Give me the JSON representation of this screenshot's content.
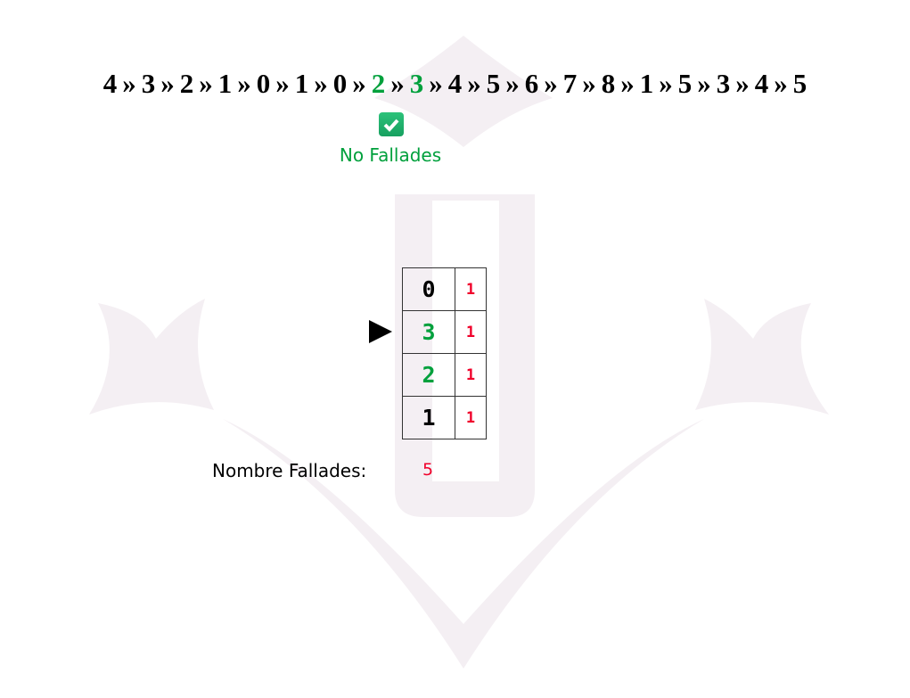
{
  "sequence": [
    "4",
    "3",
    "2",
    "1",
    "0",
    "1",
    "0",
    "2",
    "3",
    "4",
    "5",
    "6",
    "7",
    "8",
    "1",
    "5",
    "3",
    "4",
    "5"
  ],
  "highlighted_indices": [
    7,
    8
  ],
  "separator": "»",
  "status": {
    "icon": "check-icon",
    "label": "No Fallades"
  },
  "frames": [
    {
      "page": "0",
      "counter": "1",
      "hit": false
    },
    {
      "page": "3",
      "counter": "1",
      "hit": true
    },
    {
      "page": "2",
      "counter": "1",
      "hit": true
    },
    {
      "page": "1",
      "counter": "1",
      "hit": false
    }
  ],
  "pointer_index": 1,
  "faults": {
    "label": "Nombre Fallades:",
    "value": "5"
  },
  "colors": {
    "hit": "#00a03c",
    "counter": "#f0002a",
    "watermark": "#f3eef2"
  }
}
